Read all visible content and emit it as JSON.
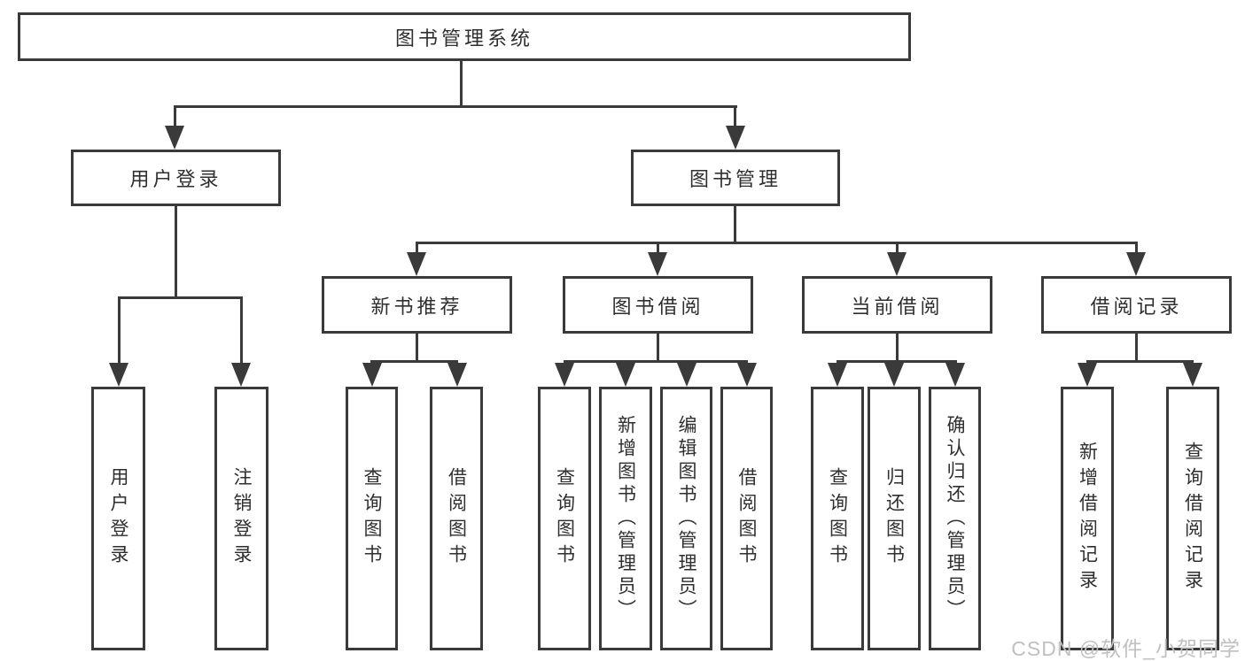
{
  "title": "图书管理系统",
  "watermark": "CSDN @软件_小贺同学",
  "colors": {
    "line": "#3a3a3a",
    "text": "#2f2f2f",
    "watermark": "#c0c0c0",
    "background": "#ffffff"
  },
  "nodes": {
    "root": "图书管理系统",
    "level2": {
      "user_login": "用户登录",
      "book_management": "图书管理"
    },
    "level3": {
      "new_book_recommend": "新书推荐",
      "book_borrow": "图书借阅",
      "current_borrow": "当前借阅",
      "borrow_records": "借阅记录"
    },
    "leaves": {
      "user_login": "用户登录",
      "logout": "注销登录",
      "recommend_query_book": "查询图书",
      "recommend_borrow_book": "借阅图书",
      "borrow_query_book": "查询图书",
      "borrow_add_book": "新增图书（管理员）",
      "borrow_edit_book": "编辑图书（管理员）",
      "borrow_borrow_book": "借阅图书",
      "current_query_book": "查询图书",
      "current_return_book": "归还图书",
      "current_confirm_return": "确认归还（管理员）",
      "records_add_record": "新增借阅记录",
      "records_query_record": "查询借阅记录"
    }
  }
}
